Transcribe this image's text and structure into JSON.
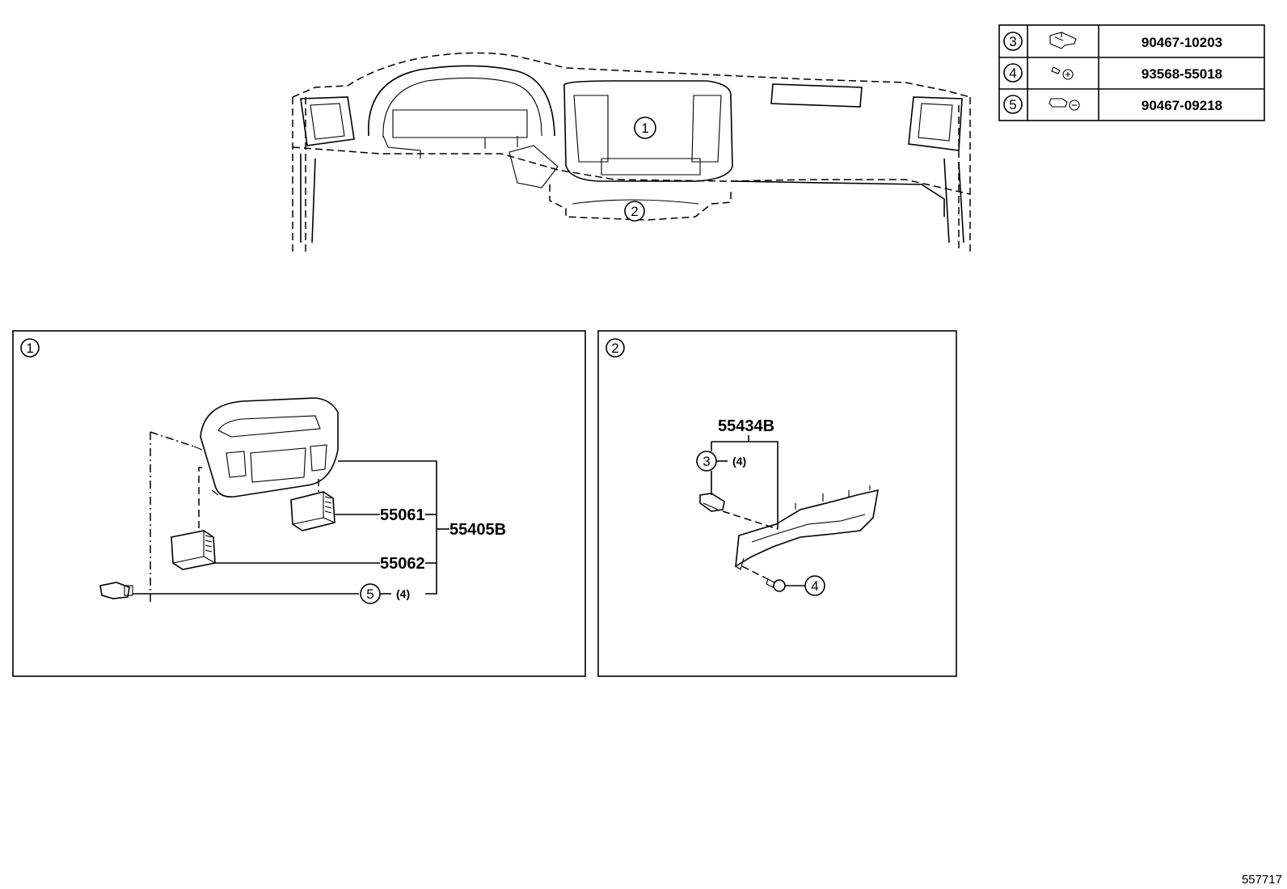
{
  "fastener_table": {
    "rows": [
      {
        "ref": "3",
        "icon": "clip-icon",
        "part_number": "90467-10203"
      },
      {
        "ref": "4",
        "icon": "screw-grommet-icon",
        "part_number": "93568-55018"
      },
      {
        "ref": "5",
        "icon": "clip-grommet-icon",
        "part_number": "90467-09218"
      }
    ]
  },
  "overview": {
    "callouts": [
      "1",
      "2"
    ]
  },
  "detail_1": {
    "ref": "1",
    "parts": {
      "vent_upper": "55061",
      "vent_lower": "55062",
      "panel_assembly": "55405B"
    },
    "fastener_ref": "5",
    "fastener_qty": "(4)"
  },
  "detail_2": {
    "ref": "2",
    "parts": {
      "cover_assembly": "55434B"
    },
    "clip_ref": "3",
    "clip_qty": "(4)",
    "screw_ref": "4"
  },
  "footer": {
    "diagram_id": "557717"
  }
}
